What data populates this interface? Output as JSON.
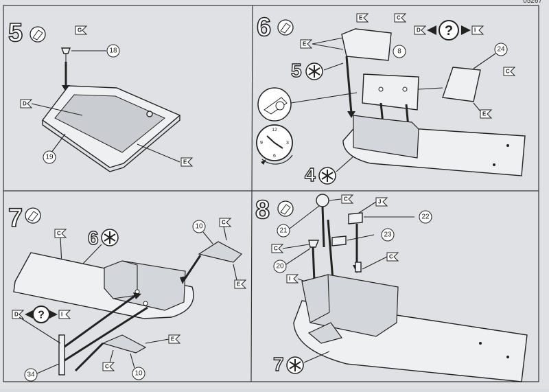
{
  "page_number": "05267",
  "steps": [
    {
      "number": "5",
      "callouts": [
        "18",
        "19"
      ],
      "tags": [
        "G",
        "D",
        "E"
      ]
    },
    {
      "number": "6",
      "callouts": [
        "8",
        "24"
      ],
      "tags": [
        "E",
        "C",
        "E",
        "D",
        "I",
        "C",
        "E"
      ],
      "glue_ref": "5",
      "assembly_ref": "4",
      "clock_numbers": [
        "12",
        "3",
        "6",
        "9"
      ]
    },
    {
      "number": "7",
      "callouts": [
        "10",
        "10",
        "34"
      ],
      "tags": [
        "C",
        "C",
        "E",
        "D",
        "I",
        "E",
        "C"
      ],
      "assembly_ref": "6"
    },
    {
      "number": "8",
      "callouts": [
        "21",
        "22",
        "20",
        "23"
      ],
      "tags": [
        "C",
        "J",
        "C",
        "I",
        "C"
      ],
      "assembly_ref": "7"
    }
  ],
  "question_mark": "?"
}
